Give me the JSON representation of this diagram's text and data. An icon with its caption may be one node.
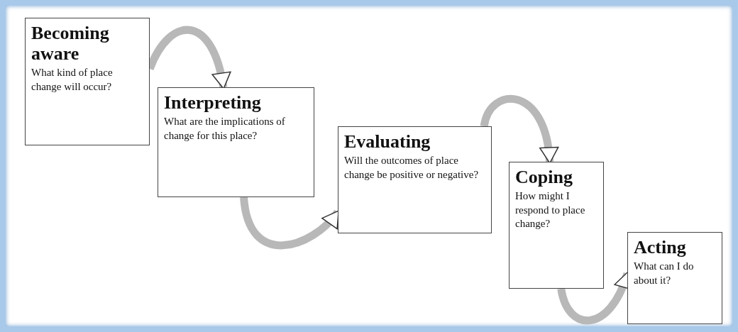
{
  "diagram": {
    "nodes": [
      {
        "text": [
          "Becoming aware",
          "What kind of place change will occur?"
        ]
      },
      {
        "text": [
          "Interpreting",
          "What are the implications of change for this place?"
        ]
      },
      {
        "text": [
          "Evaluating",
          "Will the outcomes of place change be positive or negative?"
        ]
      },
      {
        "text": [
          "Coping",
          "How might I respond to place change?"
        ]
      },
      {
        "text": [
          "Acting",
          "What can I do about it?"
        ]
      }
    ],
    "edges": [
      {
        "from": 0,
        "to": 1,
        "arrow": "to"
      },
      {
        "from": 1,
        "to": 2,
        "arrow": "to"
      },
      {
        "from": 2,
        "to": 3,
        "arrow": "to"
      },
      {
        "from": 3,
        "to": 4,
        "arrow": "to"
      }
    ]
  }
}
